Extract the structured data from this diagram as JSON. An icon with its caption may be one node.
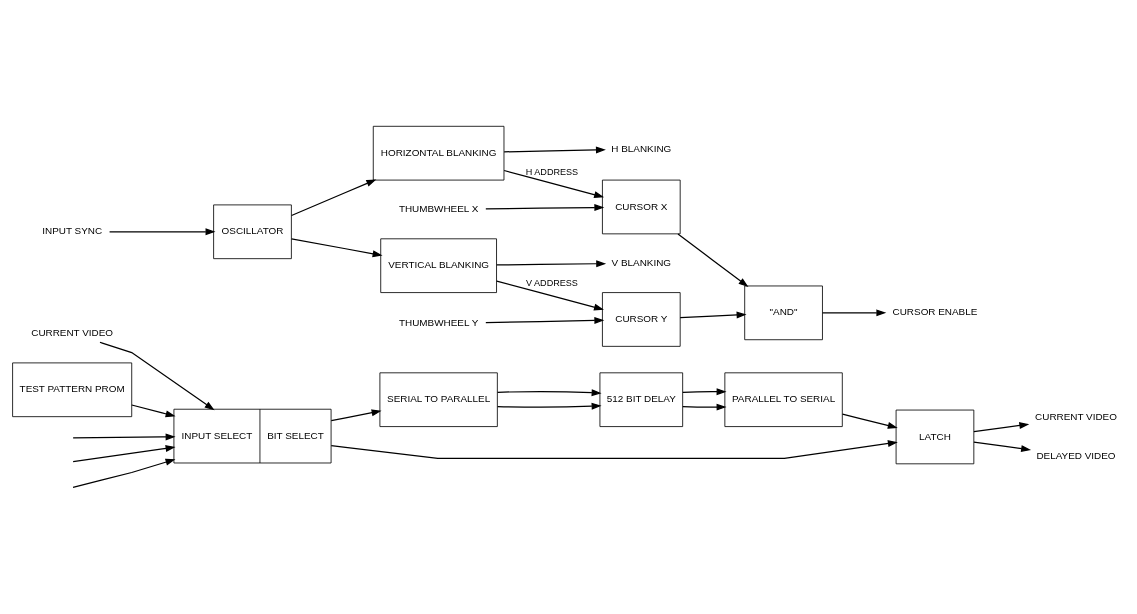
{
  "diagram": {
    "nodes": [
      {
        "text": [
          "CURRENT VIDEO"
        ]
      },
      {
        "text": [
          "INPUT SELECT",
          "BIT SELECT"
        ]
      },
      {
        "text": [
          "TEST PATTERN PROM"
        ]
      },
      {
        "text": [
          "SERIAL TO PARALLEL"
        ]
      },
      {
        "text": [
          "512 BIT DELAY"
        ]
      },
      {
        "text": [
          "PARALLEL TO SERIAL"
        ]
      },
      {
        "text": [
          "LATCH"
        ]
      },
      {
        "text": [
          "CURRENT VIDEO"
        ]
      },
      {
        "text": [
          "DELAYED VIDEO"
        ]
      },
      {
        "text": [
          "HORIZONTAL BLANKING"
        ]
      },
      {
        "text": [
          "H BLANKING"
        ]
      },
      {
        "text": [
          "INPUT SYNC"
        ]
      },
      {
        "text": [
          "OSCILLATOR"
        ]
      },
      {
        "text": [
          "VERTICAL BLANKING"
        ]
      },
      {
        "text": [
          "V BLANKING"
        ]
      },
      {
        "text": [
          "THUMBWHEEL X"
        ]
      },
      {
        "text": [
          "CURSOR X"
        ]
      },
      {
        "text": [
          "\"AND\""
        ]
      },
      {
        "text": [
          "CURSOR ENABLE"
        ]
      },
      {
        "text": [
          "THUMBWHEEL Y"
        ]
      },
      {
        "text": [
          "CURSOR Y"
        ]
      }
    ],
    "edges": [
      {
        "from": 0,
        "to": 1,
        "arrow": "to"
      },
      {
        "from": null,
        "to": 1,
        "arrow": "to"
      },
      {
        "from": null,
        "to": 1,
        "arrow": "to"
      },
      {
        "from": null,
        "to": 1,
        "arrow": "to"
      },
      {
        "from": 2,
        "to": 1,
        "arrow": "to"
      },
      {
        "from": 1,
        "to": 3,
        "arrow": "to"
      },
      {
        "from": 1,
        "to": 6,
        "arrow": "to"
      },
      {
        "from": 3,
        "to": 4,
        "arrow": "to"
      },
      {
        "from": 3,
        "to": 4,
        "arrow": "to"
      },
      {
        "from": 4,
        "to": 5,
        "arrow": "to"
      },
      {
        "from": 4,
        "to": 5,
        "arrow": "to"
      },
      {
        "from": 5,
        "to": 6,
        "arrow": "to"
      },
      {
        "from": 6,
        "to": 7,
        "arrow": "to"
      },
      {
        "from": 6,
        "to": 8,
        "arrow": "to"
      },
      {
        "from": 11,
        "to": 12,
        "arrow": "to"
      },
      {
        "from": 12,
        "to": 9,
        "arrow": "to"
      },
      {
        "from": 12,
        "to": 13,
        "arrow": "to"
      },
      {
        "from": 9,
        "to": 10,
        "arrow": "to"
      },
      {
        "from": 9,
        "to": 16,
        "arrow": "to",
        "label": "H ADDRESS"
      },
      {
        "from": 13,
        "to": 14,
        "arrow": "to"
      },
      {
        "from": 13,
        "to": 20,
        "arrow": "to",
        "label": "V ADDRESS"
      },
      {
        "from": 15,
        "to": 16,
        "arrow": "to"
      },
      {
        "from": 19,
        "to": 20,
        "arrow": "to"
      },
      {
        "from": 16,
        "to": 17,
        "arrow": "to"
      },
      {
        "from": 20,
        "to": 17,
        "arrow": "to"
      },
      {
        "from": 17,
        "to": 18,
        "arrow": "to"
      }
    ]
  }
}
